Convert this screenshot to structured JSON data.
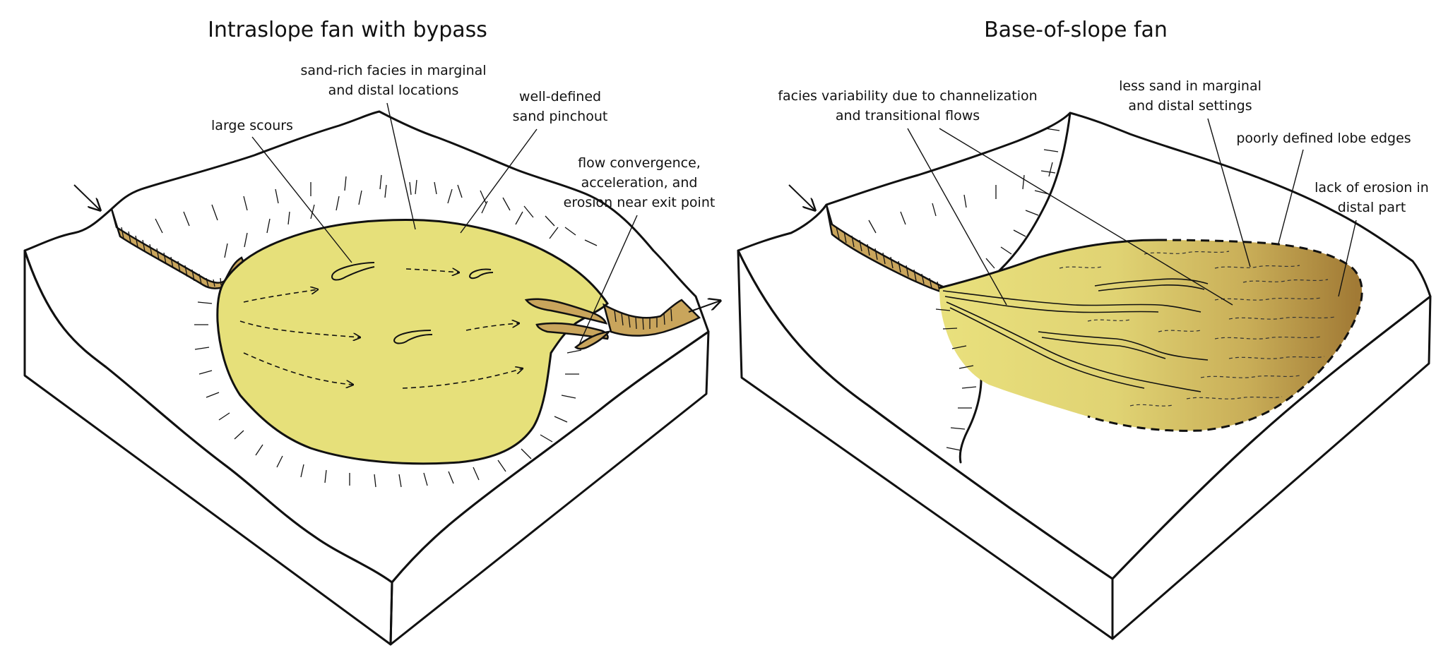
{
  "left_panel": {
    "title": "Intraslope fan with bypass",
    "labels": {
      "sand_rich": [
        "sand-rich facies in marginal",
        "and distal locations"
      ],
      "large_scours": [
        "large scours"
      ],
      "pinchout": [
        "well-defined",
        "sand pinchout"
      ],
      "convergence": [
        "flow convergence,",
        "acceleration, and",
        "erosion near exit point"
      ]
    }
  },
  "right_panel": {
    "title": "Base-of-slope fan",
    "labels": {
      "facies_variability": [
        "facies variability due to channelization",
        "and transitional flows"
      ],
      "less_sand": [
        "less sand in marginal",
        "and distal settings"
      ],
      "lobe_edges": [
        "poorly defined lobe edges"
      ],
      "erosion": [
        "lack of erosion in",
        "distal part"
      ]
    }
  },
  "colors": {
    "slope": "#C9A55C",
    "block_side": "#CDCED0",
    "sand": "#E6E07A",
    "sand_dark": "#A8833A",
    "outline": "#111111"
  }
}
